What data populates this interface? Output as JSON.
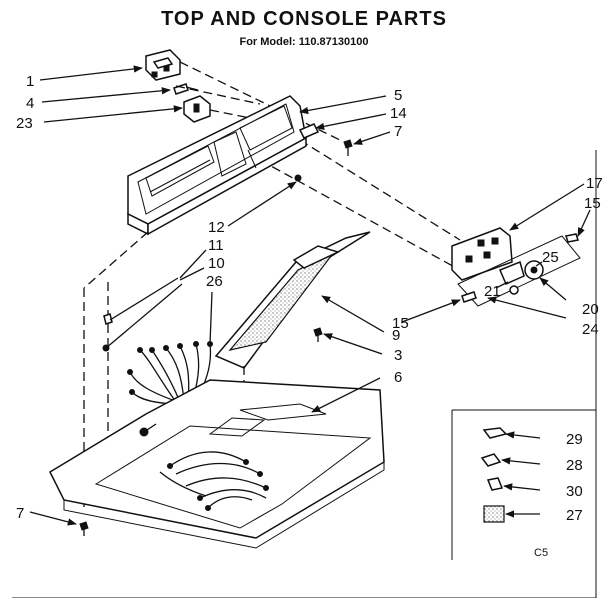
{
  "header": {
    "title": "TOP AND CONSOLE PARTS",
    "subtitle": "For Model: 110.87130100"
  },
  "callouts": {
    "c1": "1",
    "c4": "4",
    "c23": "23",
    "c5": "5",
    "c14": "14",
    "c7a": "7",
    "c17": "17",
    "c15a": "15",
    "c12": "12",
    "c11": "11",
    "c10": "10",
    "c26": "26",
    "c25": "25",
    "c21": "21",
    "c20": "20",
    "c24": "24",
    "c15b": "15",
    "c9": "9",
    "c3": "3",
    "c6": "6",
    "c7b": "7",
    "c29": "29",
    "c28": "28",
    "c30": "30",
    "c27": "27"
  },
  "footer_code": "C5"
}
